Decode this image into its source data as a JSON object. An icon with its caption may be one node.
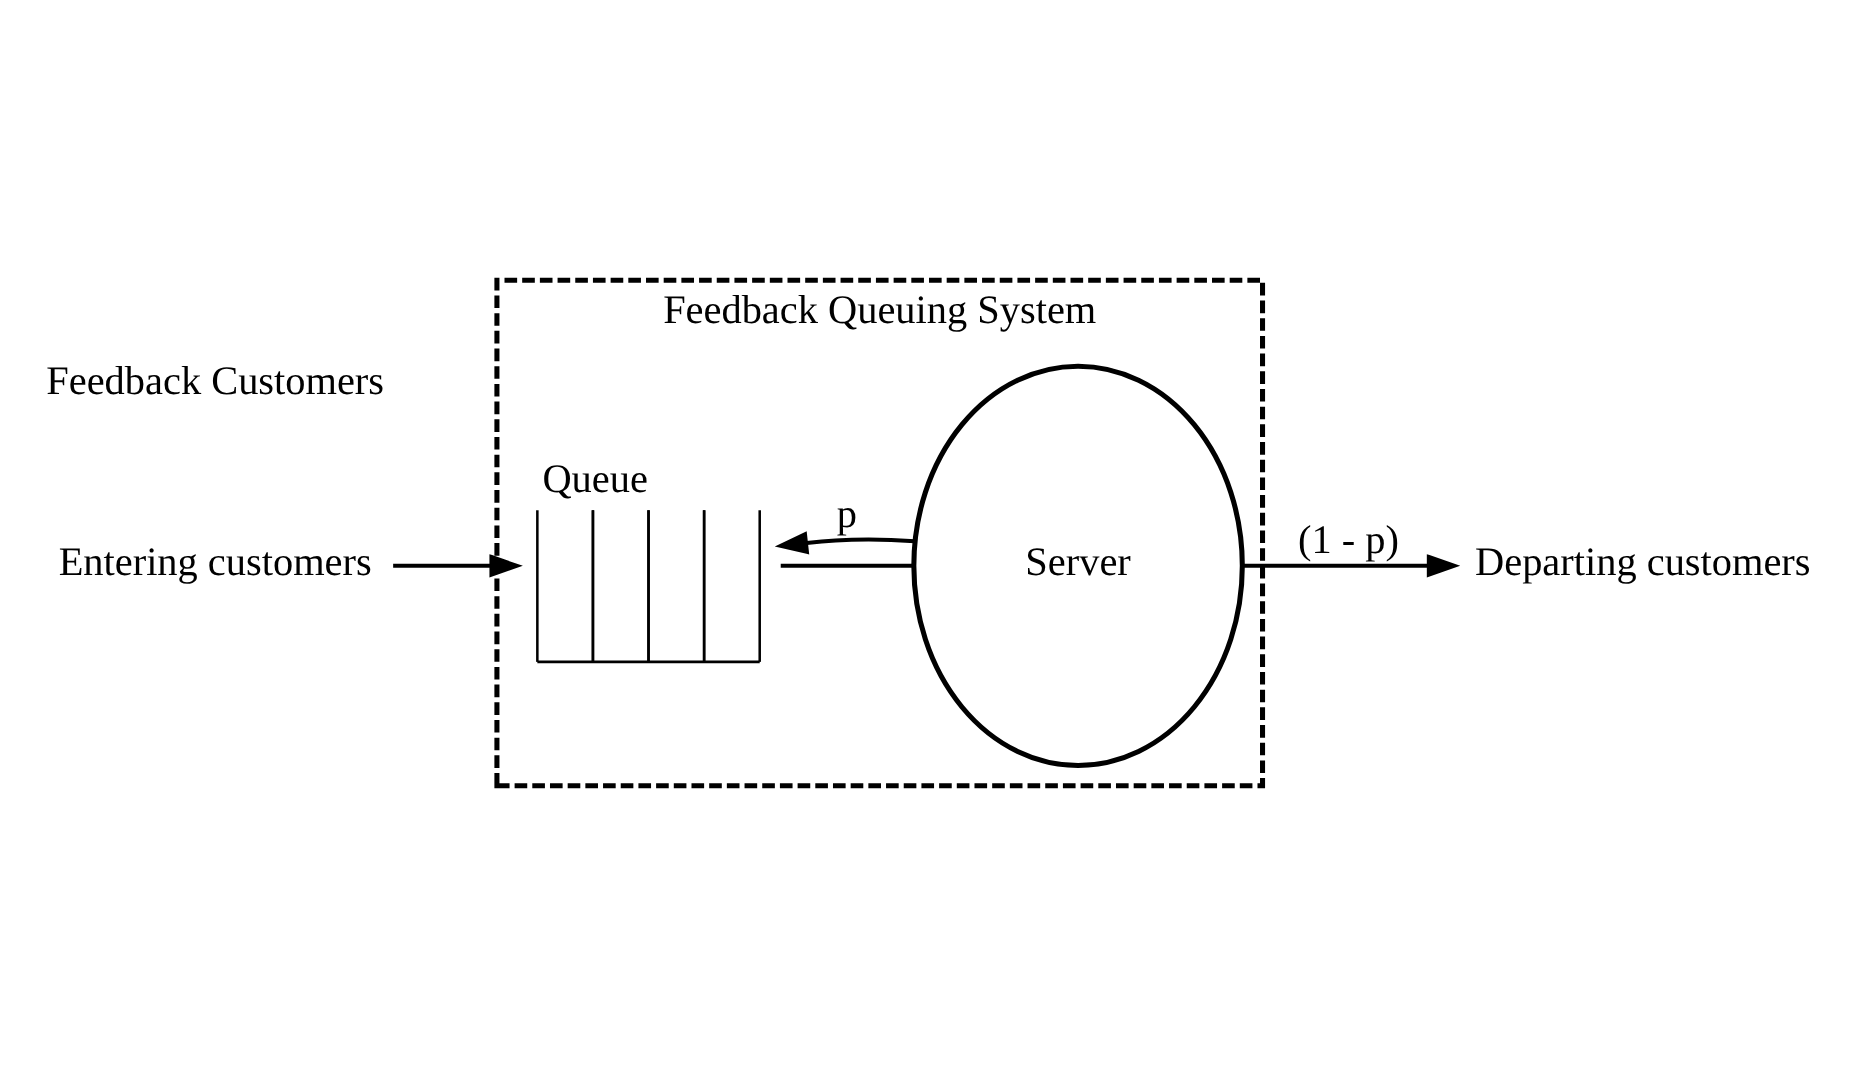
{
  "diagram": {
    "nodes": [
      {
        "text": [
          "Feedback Queuing System"
        ]
      },
      {
        "text": [
          "Queue"
        ],
        "in": 0
      },
      {
        "text": [
          "Server"
        ],
        "in": 0
      },
      {
        "text": [
          "Entering customers"
        ]
      },
      {
        "text": [
          "Departing customers"
        ]
      }
    ],
    "edges": [
      {
        "from": 3,
        "to": 1,
        "arrow": "to"
      },
      {
        "from": 1,
        "to": 2,
        "arrow": "none"
      },
      {
        "from": 2,
        "to": 4,
        "arrow": "to",
        "label": "(1 - p)"
      },
      {
        "from": 2,
        "to": 1,
        "arrow": "to",
        "label": "p"
      }
    ],
    "labels": [
      "Feedback Customers"
    ]
  }
}
